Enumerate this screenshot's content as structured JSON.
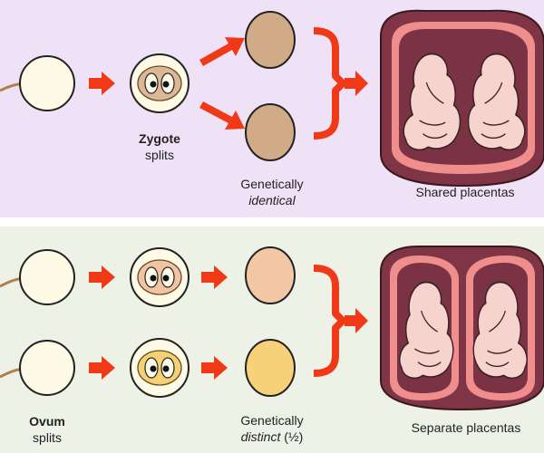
{
  "top": {
    "stage_label_bold": "Zygote",
    "stage_label_rest": "splits",
    "genetics_line1": "Genetically",
    "genetics_line2": "identical",
    "placenta_label": "Shared placentas"
  },
  "bottom": {
    "stage_label_bold": "Ovum",
    "stage_label_rest": "splits",
    "genetics_line1": "Genetically",
    "genetics_line2_em": "distinct",
    "genetics_line2_rest": " (½)",
    "placenta_label": "Separate placentas"
  },
  "colors": {
    "arrow": "#f03a17",
    "cell_fill": "#fdfbe6",
    "zygote_top": "#dcb896",
    "nucleus_bottom_a": "#f1c5a2",
    "nucleus_bottom_b": "#f4d274",
    "embryo_identical": "#d1ab87",
    "embryo_distinct_a": "#f2c7a4",
    "embryo_distinct_b": "#f7d07a",
    "womb_outer": "#7f3545",
    "womb_inner": "#f08e8e",
    "fetus": "#f6d3cc"
  }
}
